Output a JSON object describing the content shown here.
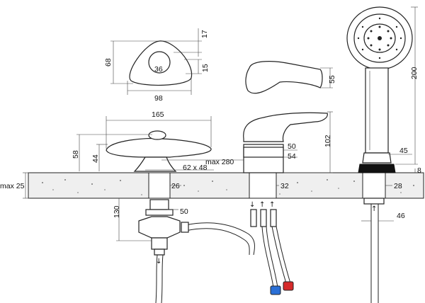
{
  "dimensions": {
    "knob_top_17": "17",
    "knob_height_68": "68",
    "knob_hole_36": "36",
    "knob_15": "15",
    "knob_width_98": "98",
    "spout_55": "55",
    "knob_width_165": "165",
    "knob_height_58": "58",
    "knob_44": "44",
    "max_280": "max 280",
    "hole_62x48": "62 x 48",
    "mixer_height_102": "102",
    "mixer_50": "50",
    "mixer_54": "54",
    "shower_height_200": "200",
    "shower_45": "45",
    "shower_8": "8",
    "deck_max_25": "max 25",
    "stem_26": "26",
    "stem_32": "32",
    "stem_28": "28",
    "depth_130": "130",
    "diverter_50": "50",
    "hose_46": "46"
  },
  "colors": {
    "cold_connector": "#2a6fd6",
    "hot_connector": "#d62a2a",
    "deck_fill": "#efefef"
  }
}
